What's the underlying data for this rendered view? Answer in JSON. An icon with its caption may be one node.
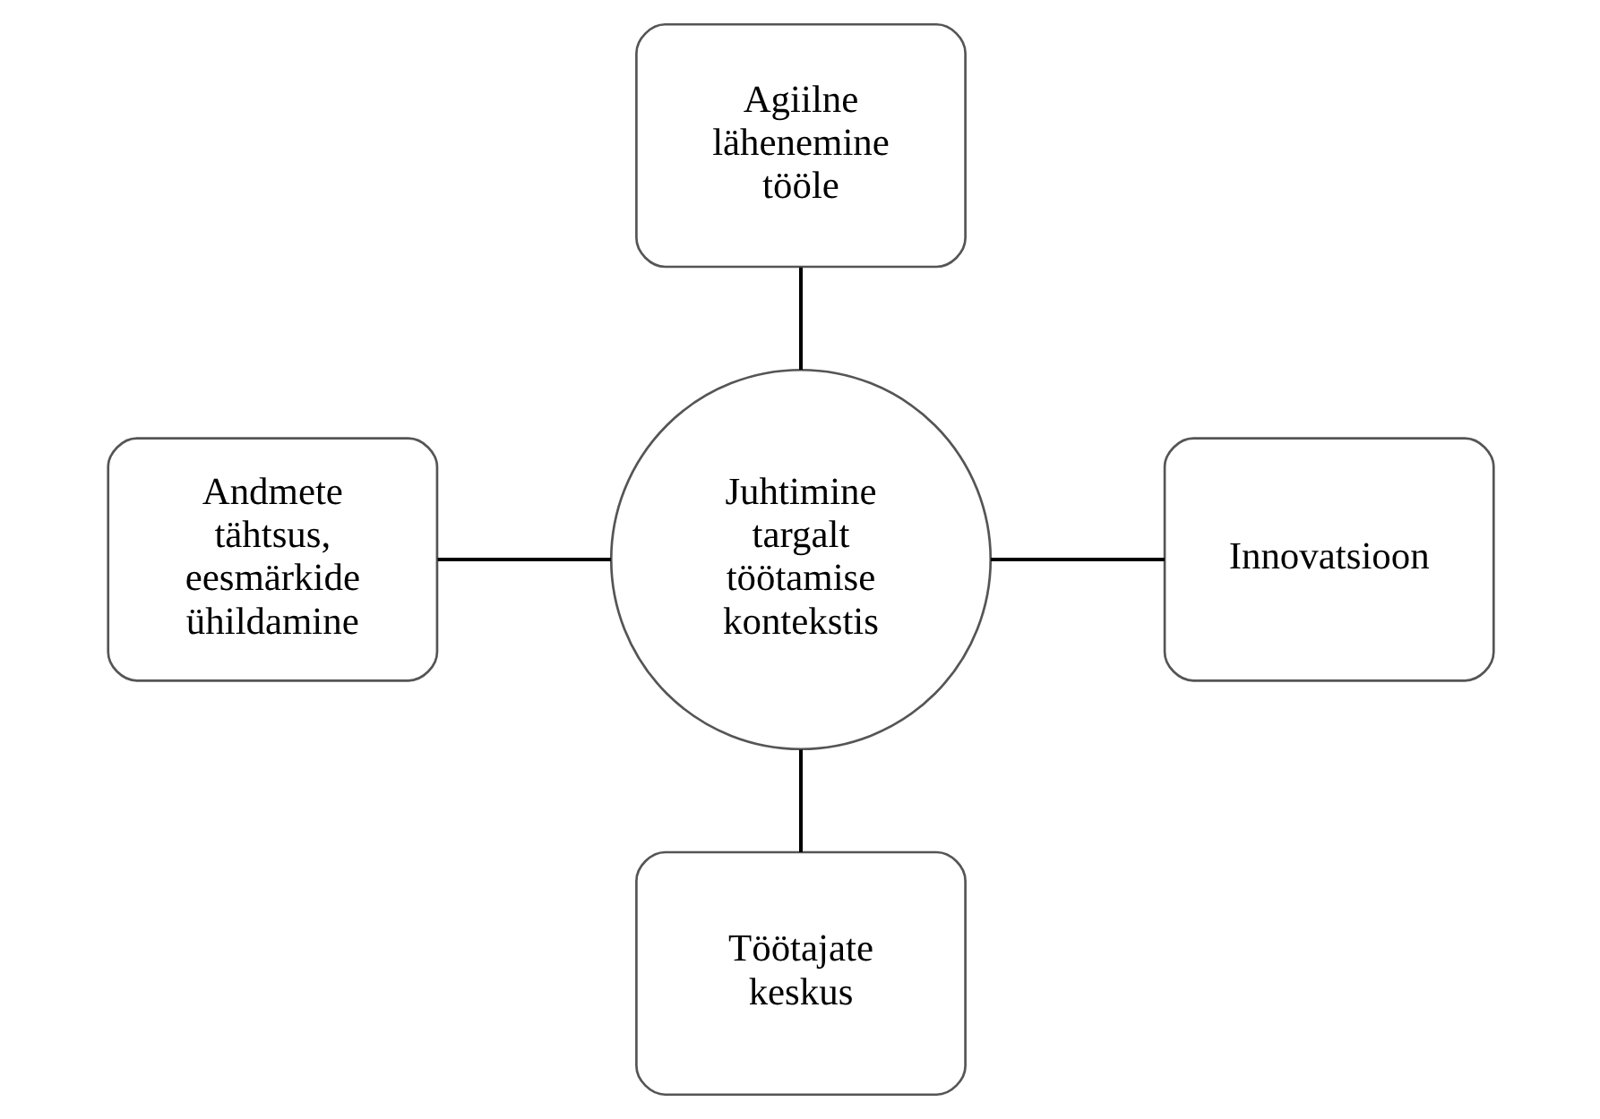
{
  "diagram": {
    "nodes": [
      {
        "text": [
          "Agiilne lähenemine tööle"
        ]
      },
      {
        "text": [
          "Andmete tähtsus, eesmärkide ühildamine"
        ]
      },
      {
        "text": [
          "Juhtimine targalt töötamise kontekstis"
        ]
      },
      {
        "text": [
          "Innovatsioon"
        ]
      },
      {
        "text": [
          "Töötajate keskus"
        ]
      }
    ],
    "edges": [
      {
        "from": 0,
        "to": 2,
        "arrow": "none"
      },
      {
        "from": 1,
        "to": 2,
        "arrow": "none"
      },
      {
        "from": 2,
        "to": 3,
        "arrow": "none"
      },
      {
        "from": 2,
        "to": 4,
        "arrow": "none"
      }
    ]
  }
}
